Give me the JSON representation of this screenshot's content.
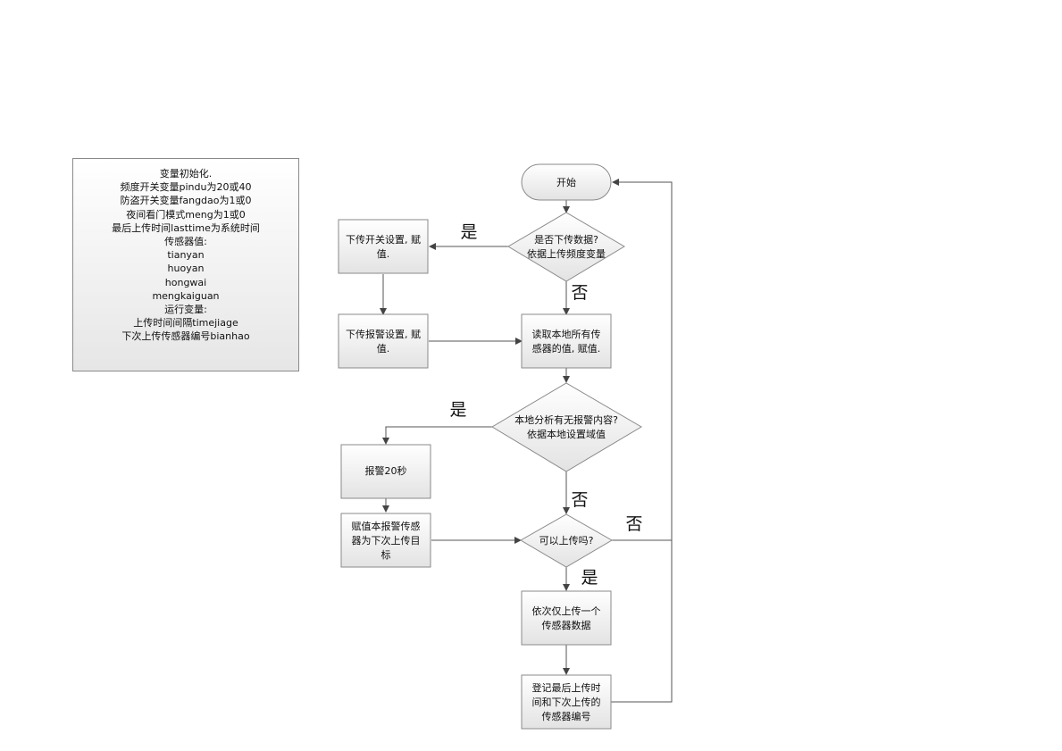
{
  "note": {
    "lines": [
      "变量初始化.",
      "频度开关变量pindu为20或40",
      "防盗开关变量fangdao为1或0",
      "夜间看门模式meng为1或0",
      "最后上传时间lasttime为系统时间",
      "传感器值:",
      "tianyan",
      "huoyan",
      "hongwai",
      "mengkaiguan",
      "运行变量:",
      "上传时间间隔timejiage",
      "下次上传传感器编号bianhao"
    ]
  },
  "nodes": {
    "start": {
      "lines": [
        "开始"
      ]
    },
    "decision_upload_data": {
      "lines": [
        "是否下传数据?",
        "依据上传频度变量"
      ]
    },
    "switch_setting": {
      "lines": [
        "下传开关设置, 赋",
        "值."
      ]
    },
    "alarm_setting": {
      "lines": [
        "下传报警设置, 赋",
        "值."
      ]
    },
    "read_sensors": {
      "lines": [
        "读取本地所有传",
        "感器的值, 赋值."
      ]
    },
    "decision_alarm": {
      "lines": [
        "本地分析有无报警内容?",
        "依据本地设置域值"
      ]
    },
    "alarm_20s": {
      "lines": [
        "报警20秒"
      ]
    },
    "assign_target": {
      "lines": [
        "赋值本报警传感",
        "器为下次上传目",
        "标"
      ]
    },
    "decision_can_upload": {
      "lines": [
        "可以上传吗?"
      ]
    },
    "upload_one": {
      "lines": [
        "依次仅上传一个",
        "传感器数据"
      ]
    },
    "record": {
      "lines": [
        "登记最后上传时",
        "间和下次上传的",
        "传感器编号"
      ]
    }
  },
  "edge_labels": {
    "yes": "是",
    "no": "否"
  }
}
